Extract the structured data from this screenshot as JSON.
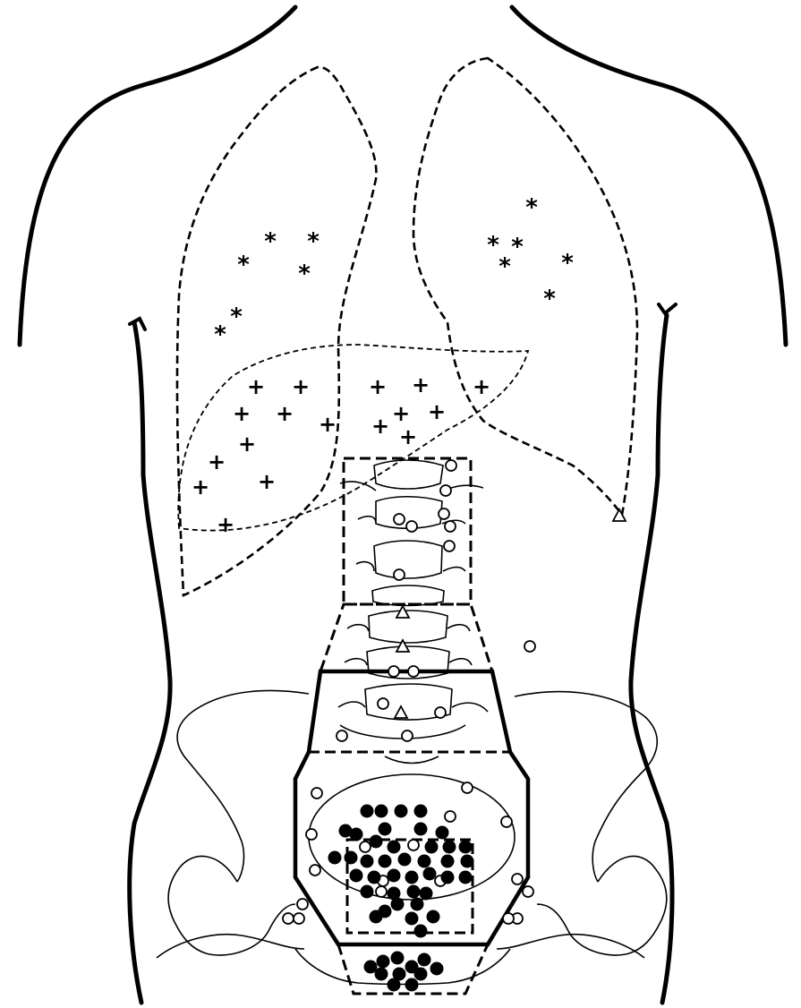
{
  "figure": {
    "background": "#ffffff",
    "ink": "#000000"
  },
  "legend_symbols": {
    "lung_marker": "*",
    "liver_marker": "+",
    "open_marker": "open-circle",
    "solid_marker": "filled-circle",
    "triangle_marker": "open-triangle"
  }
}
